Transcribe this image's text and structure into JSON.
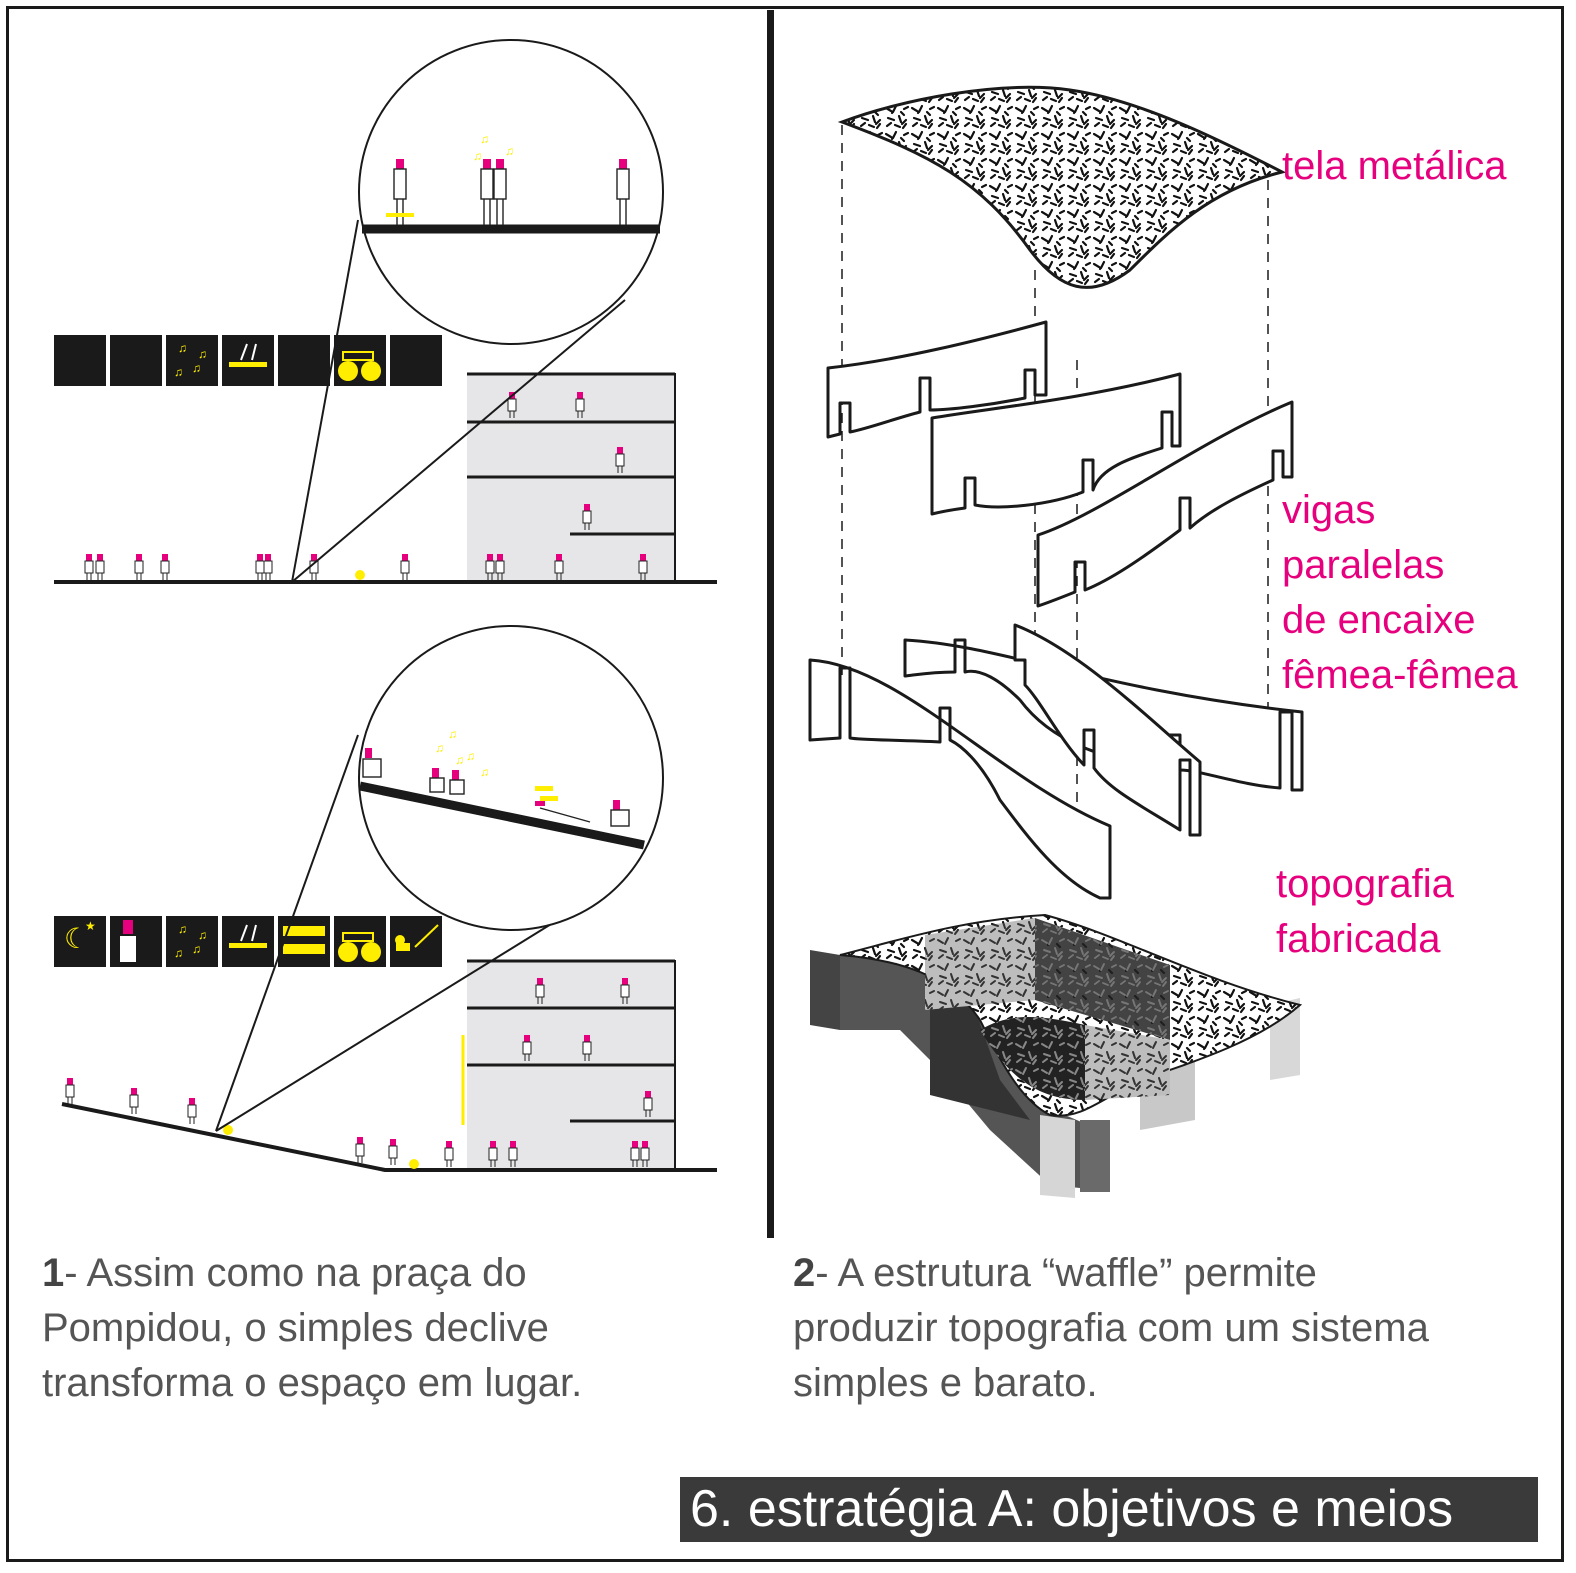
{
  "labels": {
    "tela": "tela metálica",
    "vigas": [
      "vigas",
      "paralelas",
      "de encaixe",
      "fêmea-fêmea"
    ],
    "topografia": [
      "topografia",
      "fabricada"
    ]
  },
  "captions": {
    "left": {
      "num": "1",
      "lines": [
        "- Assim como na praça do",
        "Pompidou, o simples declive",
        "transforma o espaço em lugar."
      ]
    },
    "right": {
      "num": "2",
      "lines": [
        "- A estrutura “waffle” permite",
        "produzir topografia com um sistema",
        "simples e barato."
      ]
    }
  },
  "title": "6. estratégia A: objetivos e meios",
  "colors": {
    "accent": "#e6007e",
    "highlight": "#ffee00",
    "ink": "#1a1a1a",
    "building": "#e6e6e8"
  }
}
